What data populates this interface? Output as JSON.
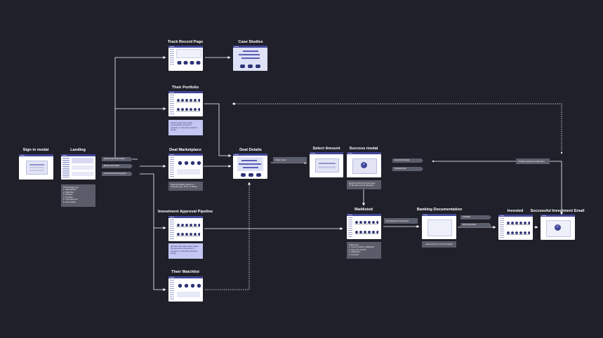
{
  "titles": {
    "sign_in": "Sign in modal",
    "landing": "Landing",
    "track_record": "Track Record Page",
    "case_studies": "Case Studies",
    "portfolio": "Their Portfolio",
    "marketplace": "Deal Marketplace",
    "deal_details": "Deal Details",
    "select_amount": "Select Amount",
    "success_modal": "Success modal",
    "pipeline": "Investment Approval Pipeline",
    "watchlist": "Their Watchlist",
    "waitlisted": "Waitlisted",
    "banking": "Banking Documentation",
    "invested": "Invested",
    "success_email": "Successful Investment Email"
  },
  "notes": {
    "portal_pages": [
      "Portal Pages are:",
      "1. MarketPlace",
      "2. Watchlist",
      "3. Pipeline",
      "4. Portfolio",
      "5. Track Record",
      "6. User Admin"
    ],
    "portfolio_note": [
      "Assume that users have",
      "successfully invested in",
      "projects, or else this would be",
      "empty."
    ],
    "marketplace_note": [
      "Filtering Abilities based on",
      "Property type, Price, & Phase"
    ],
    "pipeline_note": [
      "Assume that users have begun",
      "the process of investing in",
      "projects, or else this would be",
      "empty."
    ],
    "success_note": [
      "Explains that Investment Has",
      "To Be Approved & Allocated"
    ],
    "waitlist_note": [
      "States are:",
      "1. Under Review / Waitlisted",
      "2. Sign Documents",
      "3. Waitlisted",
      "4. Invested"
    ],
    "banking_note": "Agreement to Commit Capital"
  },
  "pills": {
    "landing_1": "Check Track Performance",
    "landing_2": "Browse New Deals",
    "landing_3": "Check Investment Progress",
    "success_1": "Invest for the Deal",
    "success_2": "Schedule Call",
    "bank_1": "Call Bank",
    "bank_2": "Wire Instructions"
  },
  "chips": {
    "click_invest": "Clicks Invest",
    "ops_approves": "Ops Approves Investment",
    "awaiting": "Awaiting Approval & Allocation"
  }
}
